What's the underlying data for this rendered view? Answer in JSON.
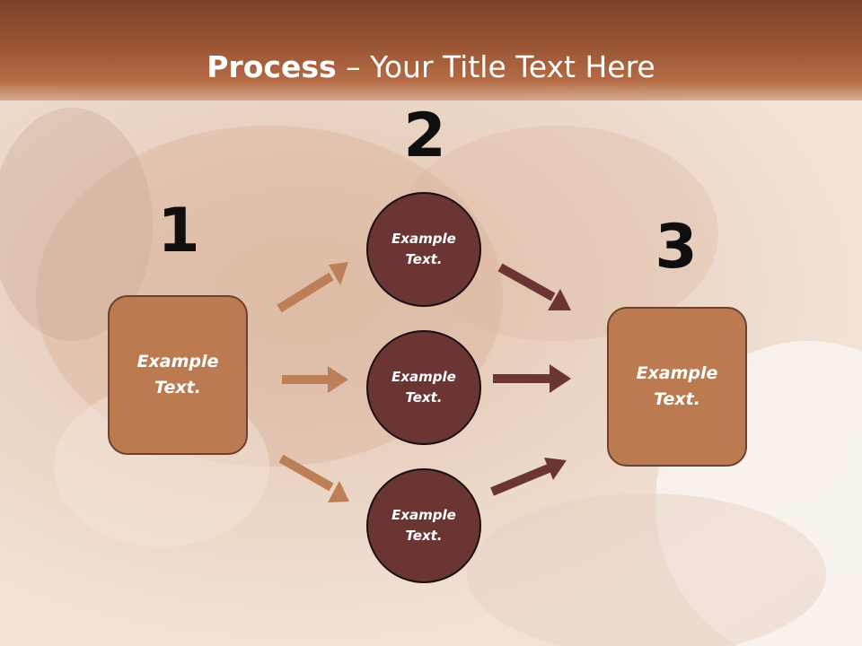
{
  "title": {
    "bold": "Process",
    "rest": " – Your Title Text Here"
  },
  "steps": {
    "one": "1",
    "two": "2",
    "three": "3"
  },
  "nodes": {
    "left_box": "Example\nText.",
    "circle_top": "Example\nText.",
    "circle_middle": "Example\nText.",
    "circle_bottom": "Example\nText.",
    "right_box": "Example\nText."
  },
  "colors": {
    "header": "#9a5534",
    "box_fill": "#bb7a4f",
    "circle_fill": "#6b3534",
    "arrow_light": "#bd7f57",
    "arrow_dark": "#6b3534"
  }
}
